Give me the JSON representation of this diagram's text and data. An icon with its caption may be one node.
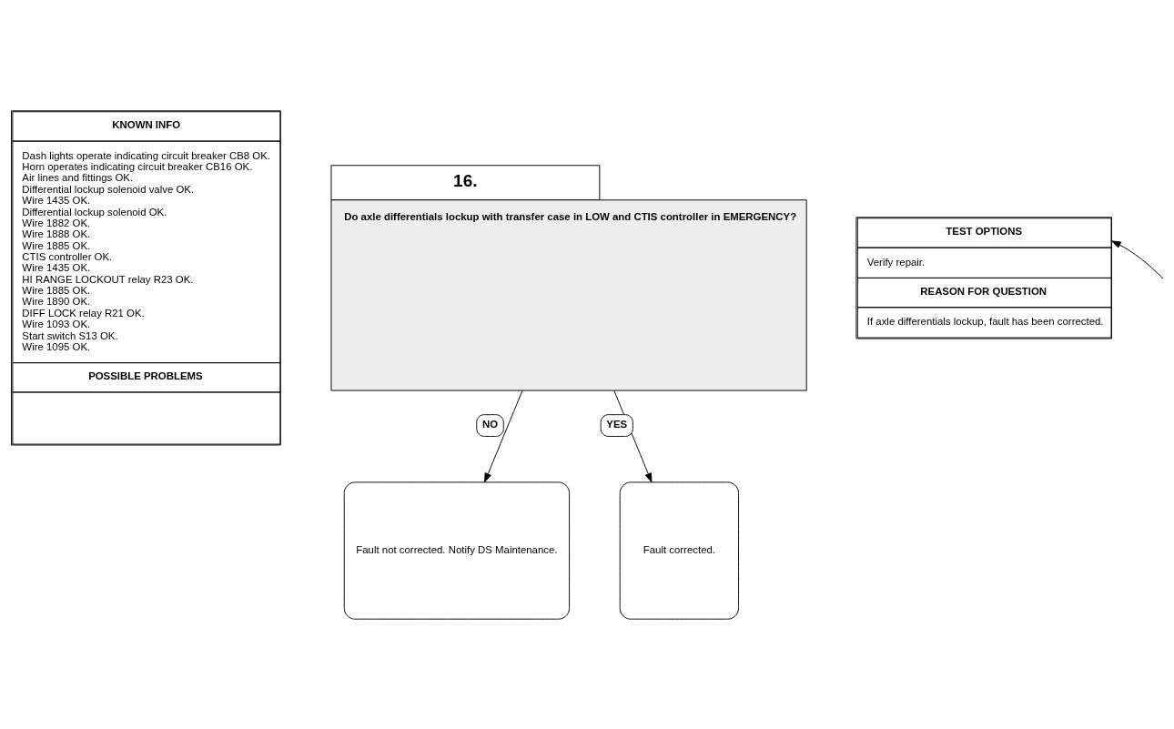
{
  "diagram": {
    "nodes": [
      {
        "text": [
          "KNOWN INFO",
          "Dash lights operate indicating circuit breaker CB8 OK.",
          "Horn operates indicating circuit breaker CB16 OK.",
          "Air lines and fittings OK.",
          "Differential lockup solenoid valve OK.",
          "Wire 1435 OK.",
          "Differential lockup solenoid OK.",
          "Wire 1882 OK.",
          "Wire 1888 OK.",
          "Wire 1885 OK.",
          "CTIS controller OK.",
          "Wire 1435 OK.",
          "HI RANGE LOCKOUT relay R23 OK.",
          "Wire 1885 OK.",
          "Wire 1890 OK.",
          "DIFF LOCK relay R21 OK.",
          "Wire 1093 OK.",
          "Start switch S13 OK.",
          "Wire 1095 OK.",
          "POSSIBLE PROBLEMS"
        ]
      },
      {
        "text": [
          "16.",
          "Do axle differentials lockup with transfer case in LOW and CTIS controller in EMERGENCY?"
        ]
      },
      {
        "text": [
          "TEST OPTIONS",
          "Verify repair.",
          "REASON FOR QUESTION",
          "If axle differentials lockup, fault has been corrected."
        ]
      },
      {
        "text": [
          "Fault not corrected. Notify DS Maintenance."
        ]
      },
      {
        "text": [
          "Fault corrected."
        ]
      }
    ],
    "edges": [
      {
        "from": 1,
        "to": 3,
        "arrow": "to",
        "label": "NO"
      },
      {
        "from": 1,
        "to": 4,
        "arrow": "to",
        "label": "YES"
      },
      {
        "from": null,
        "to": 2,
        "arrow": "to"
      }
    ]
  }
}
